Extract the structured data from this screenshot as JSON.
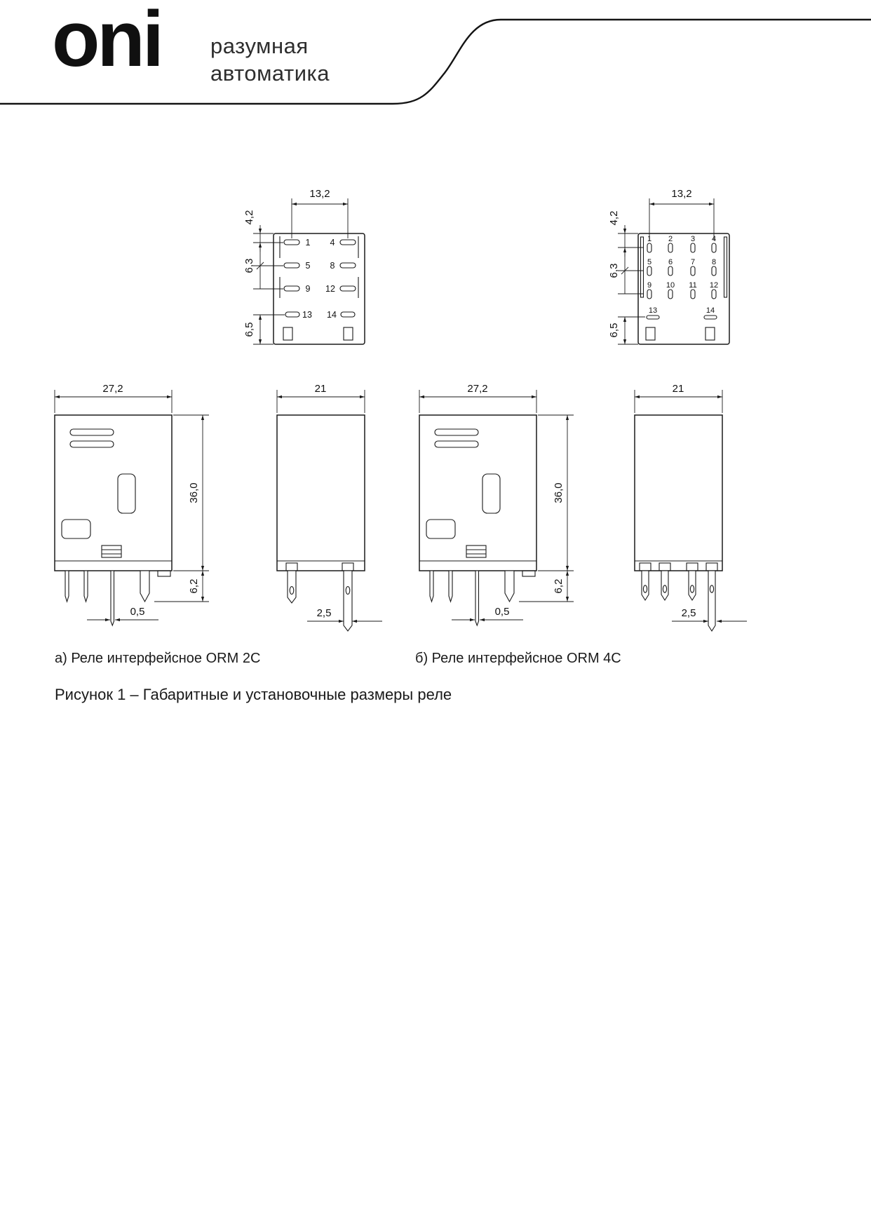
{
  "header": {
    "logo": "oni",
    "tagline_line1": "разумная",
    "tagline_line2": "автоматика"
  },
  "captions": {
    "a": "а) Реле интерфейсное ORM 2C",
    "b": "б) Реле интерфейсное ORM 4C",
    "figure": "Рисунок 1 – Габаритные и установочные размеры реле"
  },
  "dims": {
    "pin_span": "13,2",
    "top_offset": "4,2",
    "row_pitch": "6,3",
    "bottom_offset": "6,5",
    "body_width": "27,2",
    "body_height": "36,0",
    "pin_protrusion": "6,2",
    "pin_thickness": "0,5",
    "body_depth": "21",
    "pin_width": "2,5"
  },
  "pins": [
    "1",
    "2",
    "3",
    "4",
    "5",
    "6",
    "7",
    "8",
    "9",
    "10",
    "11",
    "12",
    "13",
    "14"
  ],
  "colors": {
    "line": "#1a1a1a",
    "background": "#ffffff"
  }
}
